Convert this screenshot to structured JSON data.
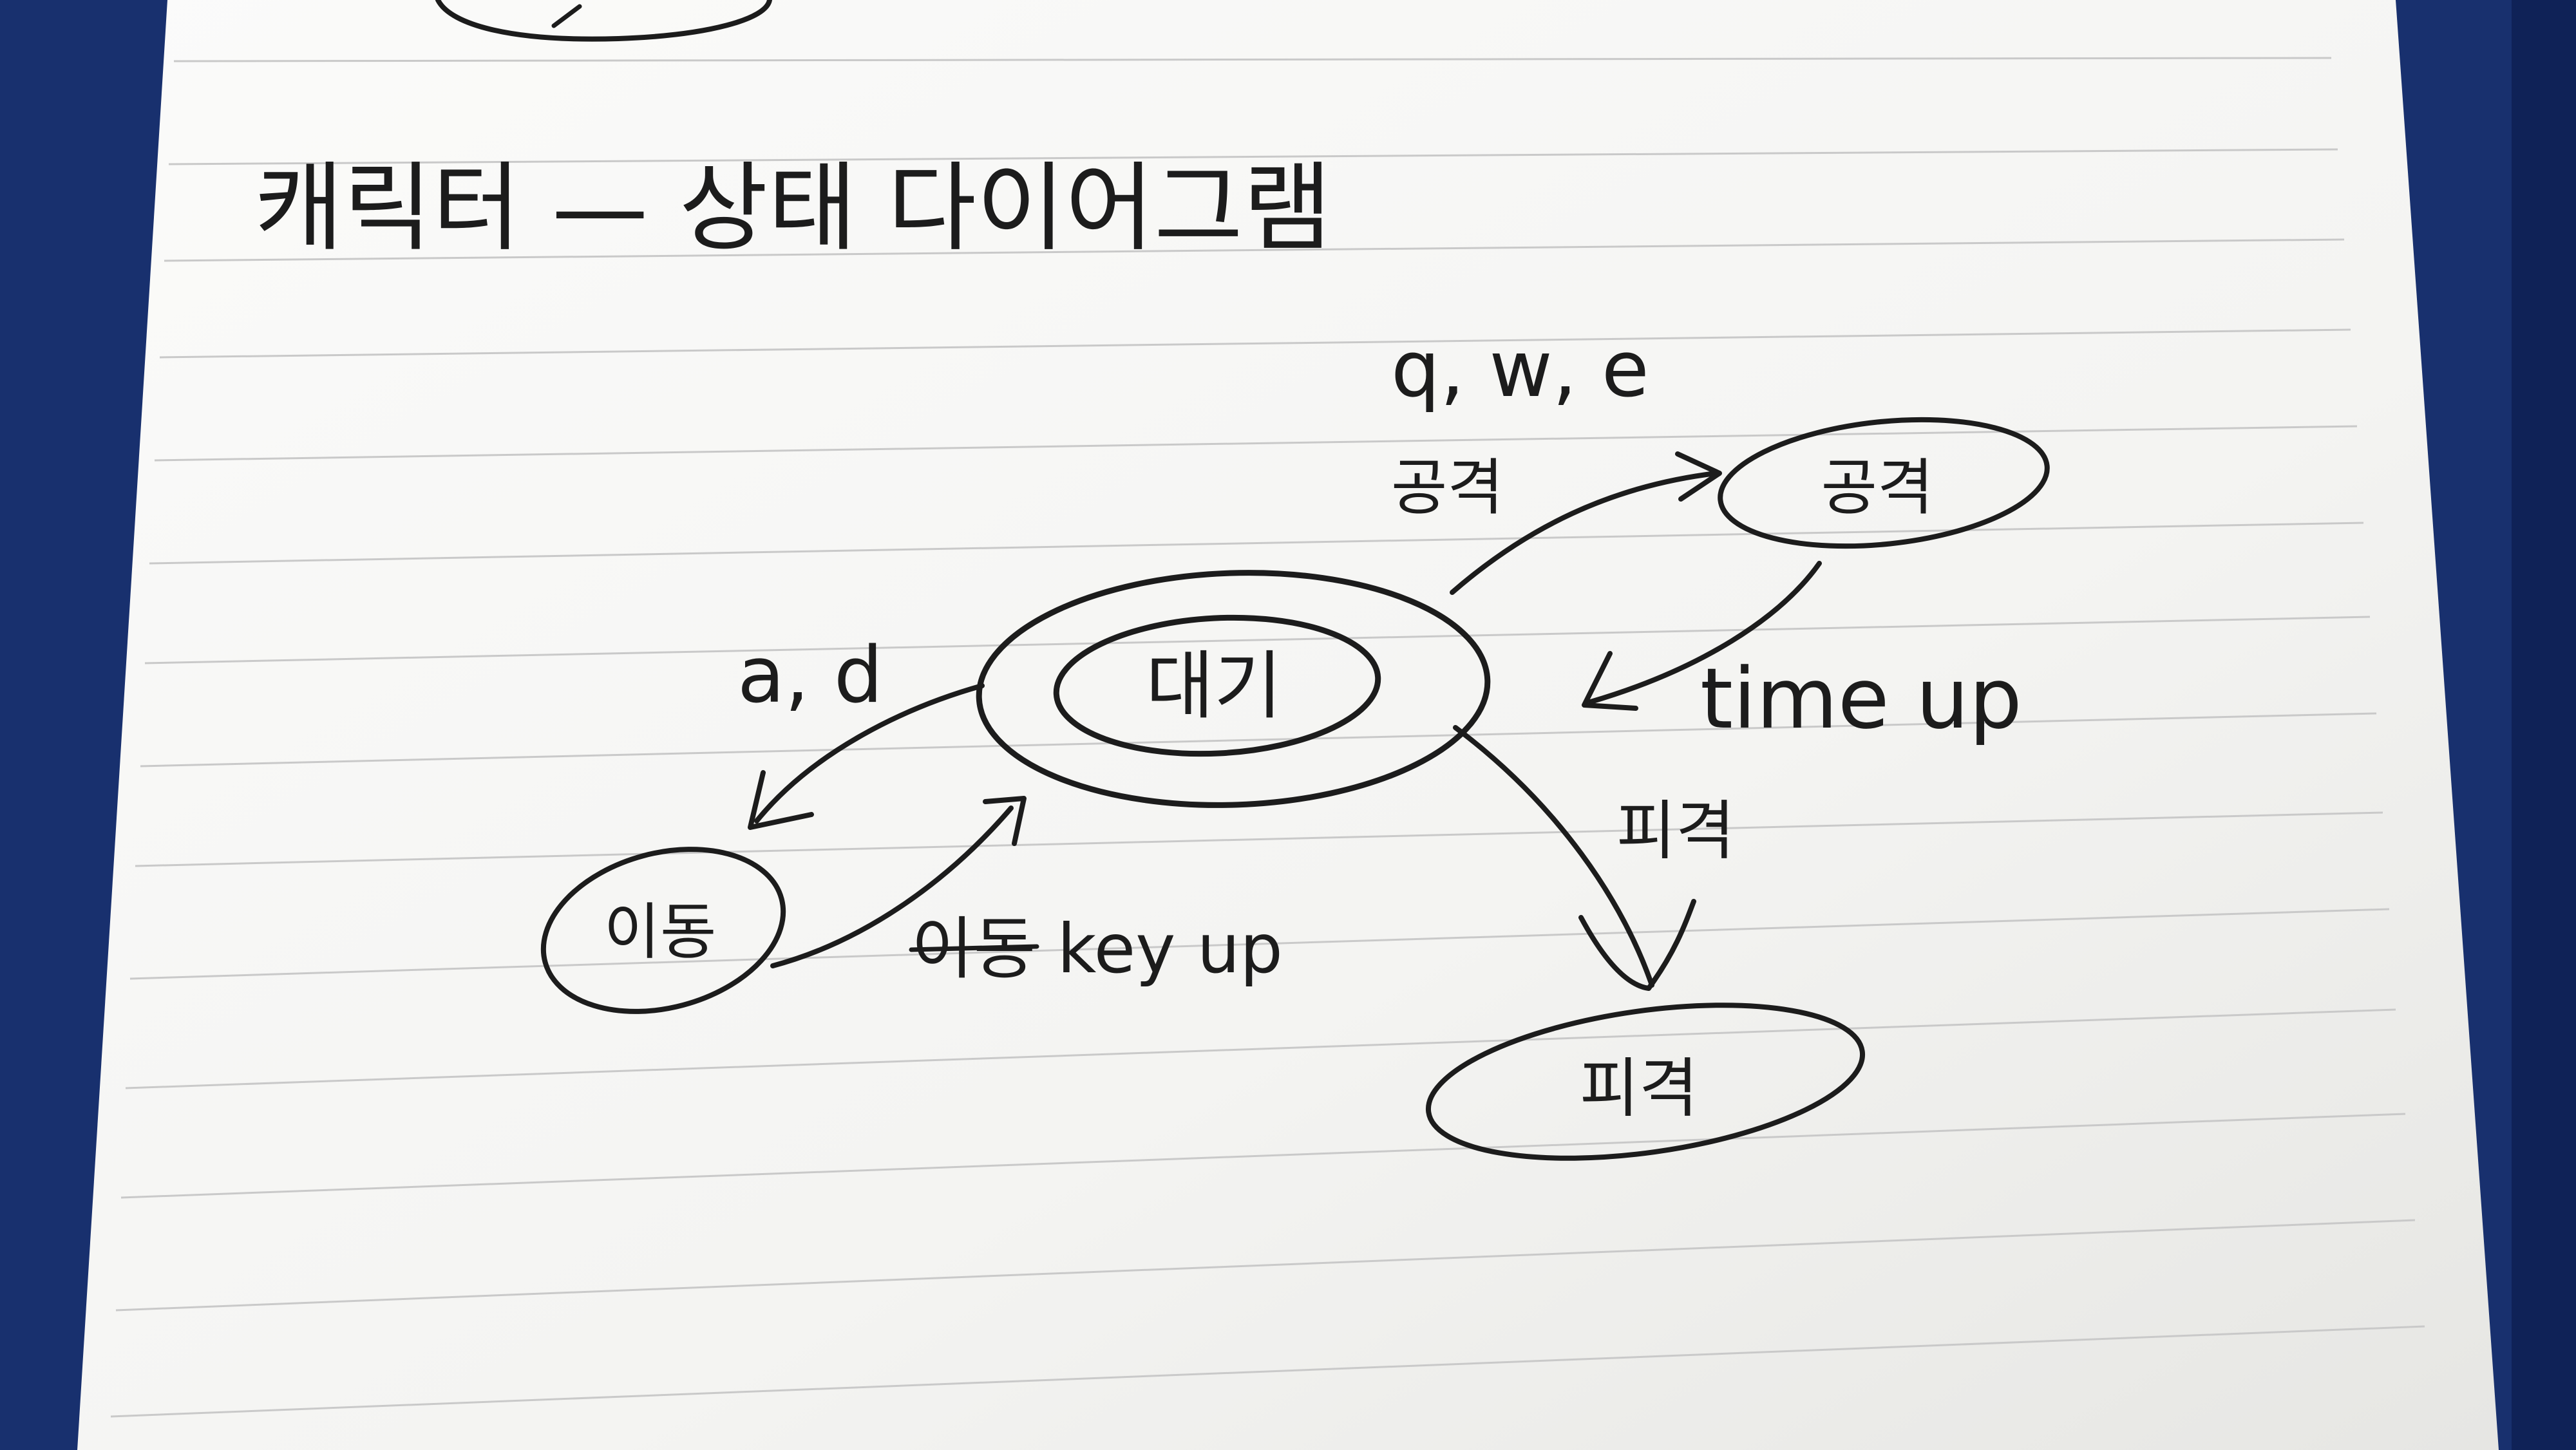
{
  "diagram": {
    "title": "캐릭터 — 상태 다이어그램",
    "states": {
      "idle": "대기",
      "attack": "공격",
      "move": "이동",
      "hit": "피격"
    },
    "transitions": {
      "idle_to_attack_keys": "q, w, e",
      "idle_to_attack_label": "공격",
      "attack_to_idle": "time up",
      "idle_to_move": "a, d",
      "move_to_idle": "이동 key up",
      "idle_to_hit": "피격"
    }
  },
  "colors": {
    "ink": "#1c1c1c",
    "paper": "#f7f7f5",
    "rule_line": "#c9c9c9",
    "background": "#18306e"
  }
}
